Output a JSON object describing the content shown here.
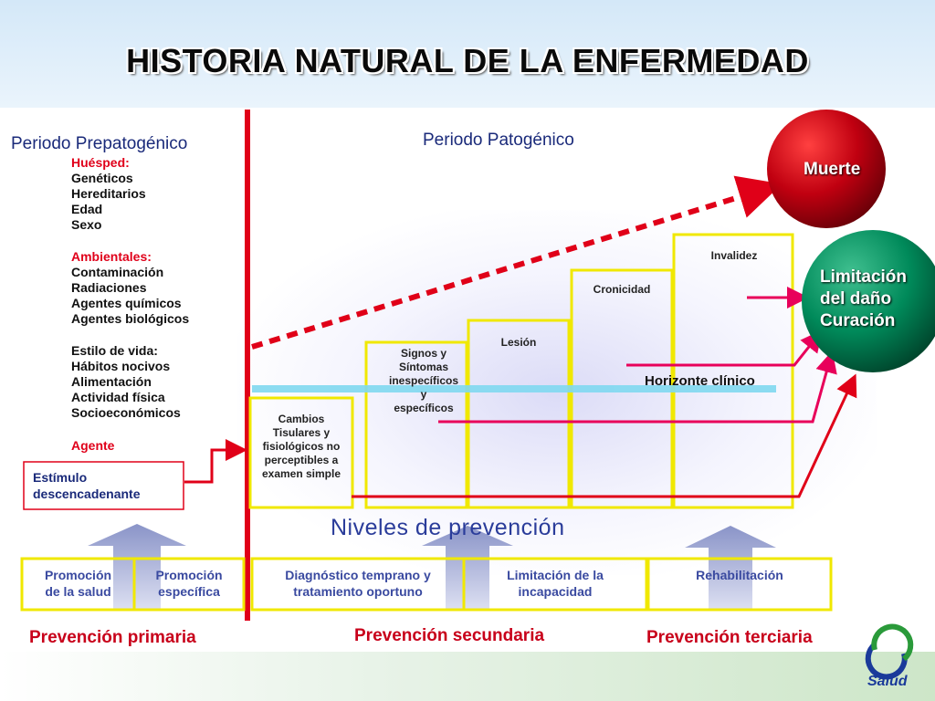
{
  "title": "HISTORIA NATURAL DE LA ENFERMEDAD",
  "prepatogenico": {
    "title": "Periodo Prepatogénico",
    "huesped_label": "Huésped:",
    "huesped_items": [
      "Genéticos",
      "Hereditarios",
      "Edad",
      "Sexo"
    ],
    "ambientales_label": "Ambientales:",
    "ambientales_items": [
      "Contaminación",
      "Radiaciones",
      "Agentes químicos",
      "Agentes biológicos"
    ],
    "estilo_label": "Estilo de vida:",
    "estilo_items": [
      "Hábitos nocivos",
      "Alimentación",
      "Actividad física",
      "Socioeconómicos"
    ],
    "agente_label": "Agente",
    "estimulo": [
      "Estímulo",
      "descencadenante"
    ]
  },
  "patogenico": {
    "title": "Periodo Patogénico",
    "stages": [
      [
        "Cambios",
        "Tisulares y",
        "fisiológicos no",
        "perceptibles a",
        "examen simple"
      ],
      [
        "Signos y",
        "Síntomas",
        "inespecíficos",
        "y",
        "específicos"
      ],
      [
        "Lesión"
      ],
      [
        "Cronicidad"
      ],
      [
        "Invalidez"
      ]
    ],
    "horizonte": "Horizonte clínico"
  },
  "outcomes": {
    "muerte": "Muerte",
    "limitacion": [
      "Limitación",
      "del daño",
      "Curación"
    ]
  },
  "niveles_title": "Niveles de prevención",
  "prevention_boxes": [
    [
      "Promoción",
      "de la salud"
    ],
    [
      "Promoción",
      "específica"
    ],
    [
      "Diagnóstico temprano y",
      "tratamiento oportuno"
    ],
    [
      "Limitación de la",
      "incapacidad"
    ],
    [
      "Rehabilitación"
    ]
  ],
  "prevention_levels": [
    "Prevención primaria",
    "Prevención secundaria",
    "Prevención terciaria"
  ],
  "logo_text": "Salud",
  "colors": {
    "red": "#e00018",
    "yellow": "#f0e800",
    "blue_text": "#3a4aa0",
    "cyan": "#7fd8f0",
    "magenta": "#e8005a"
  }
}
